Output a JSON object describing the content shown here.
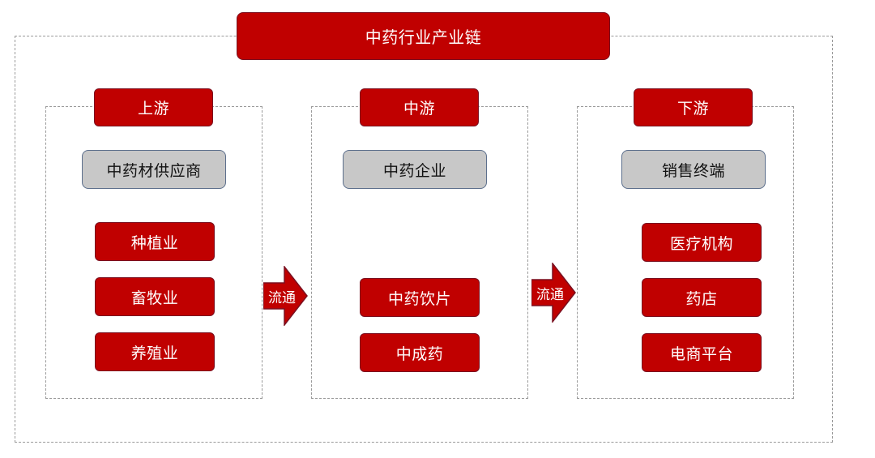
{
  "title": "中药行业产业链",
  "stages": [
    {
      "header": "上游",
      "category": "中药材供应商",
      "items": [
        "种植业",
        "畜牧业",
        "养殖业"
      ]
    },
    {
      "header": "中游",
      "category": "中药企业",
      "items": [
        "中药饮片",
        "中成药"
      ]
    },
    {
      "header": "下游",
      "category": "销售终端",
      "items": [
        "医疗机构",
        "药店",
        "电商平台"
      ]
    }
  ],
  "arrows": [
    "流通",
    "流通"
  ],
  "colors": {
    "accent_red": "#c00000",
    "box_border": "#7a1020",
    "category_gray": "#c8c8c8",
    "dashed_border": "#9a9a9a"
  }
}
